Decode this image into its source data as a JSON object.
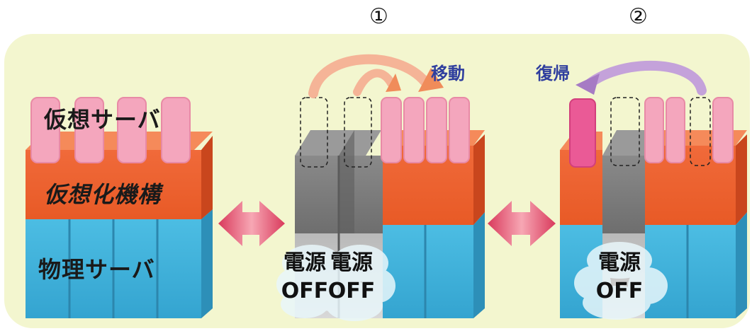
{
  "steps": {
    "step1": "①",
    "step2": "②"
  },
  "labels": {
    "virtual_server": "仮想サーバ",
    "virtualization_layer": "仮想化機構",
    "physical_server": "物理サーバ"
  },
  "arrows": {
    "migrate": "移動",
    "restore": "復帰"
  },
  "power_off": {
    "line1": "電源",
    "line2": "OFF"
  },
  "colors": {
    "background_panel": "#f3f6cf",
    "virtual_server": "#f4a6bd",
    "virtual_server_active": "#ea5a96",
    "virtualization_layer": "#ec5a2a",
    "physical_server": "#3fb2db",
    "powered_off": "#7b7b7b",
    "migrate_arrow": "#f2a07a",
    "restore_arrow": "#b88ed0",
    "swap_arrow": "#e04a6a"
  }
}
